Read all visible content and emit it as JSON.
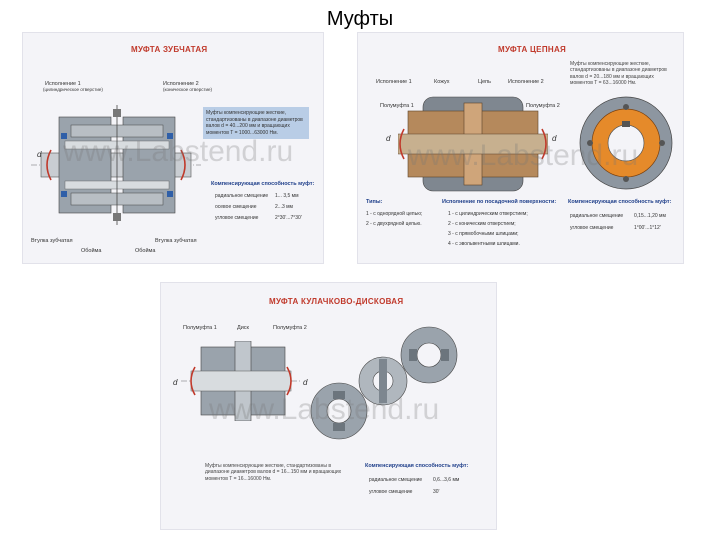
{
  "slide": {
    "title": "Муфты"
  },
  "watermark": "www.Labstend.ru",
  "panel1": {
    "title": "МУФТА ЗУБЧАТАЯ",
    "labels": {
      "exec1": "Исполнение 1",
      "exec1_sub": "(цилиндрическое отверстие)",
      "exec2": "Исполнение 2",
      "exec2_sub": "(коническое отверстие)",
      "hub_left": "Втулка зубчатая",
      "hub_right": "Втулка зубчатая",
      "cage_left": "Обойма",
      "cage_right": "Обойма",
      "d": "d"
    },
    "note": "Муфты компенсирующие жесткие, стандартизованы в диапазоне диаметров валов d = 40...200 мм и вращающих моментов T = 1000...63000 Нм.",
    "comp_header": "Компенсирующая способность муфт:",
    "comp_rows": [
      {
        "name": "радиальное смещение",
        "value": "1... 3,5 мм"
      },
      {
        "name": "осевое смещение",
        "value": "2...3 мм"
      },
      {
        "name": "угловое смещение",
        "value": "2°30'...7°30'"
      }
    ]
  },
  "panel2": {
    "title": "МУФТА ЦЕПНАЯ",
    "labels": {
      "exec1": "Исполнение 1",
      "casing": "Кожух",
      "chain": "Цепь",
      "exec2": "Исполнение 2",
      "half_left": "Полумуфта 1",
      "half_right": "Полумуфта 2",
      "d1": "d",
      "d2": "d"
    },
    "note": "Муфты компенсирующие жесткие, стандартизованы в диапазоне диаметров валов d = 20...180 мм и вращающих моментов T = 63...16000 Нм.",
    "types_header": "Типы:",
    "types": [
      "1 - с однорядной цепью;",
      "2 - с двухрядной цепью."
    ],
    "fit_header": "Исполнение по посадочной поверхности:",
    "fits": [
      "1 - с цилиндрическим отверстием;",
      "2 - с коническим отверстием;",
      "3 - с прямобочными шлицами;",
      "4 - с эвольвентными шлицами."
    ],
    "comp_header": "Компенсирующая способность муфт:",
    "comp_rows": [
      {
        "name": "радиальное смещение",
        "value": "0,15...1,20 мм"
      },
      {
        "name": "угловое смещение",
        "value": "1°00'...1°12'"
      }
    ]
  },
  "panel3": {
    "title": "МУФТА КУЛАЧКОВО-ДИСКОВАЯ",
    "labels": {
      "half1": "Полумуфта 1",
      "disk": "Диск",
      "half2": "Полумуфта 2",
      "d1": "d",
      "d2": "d"
    },
    "note": "Муфты компенсирующие жесткие, стандартизованы в диапазоне диаметров валов d = 16...150 мм и вращающих моментов T = 16...16000 Нм.",
    "comp_header": "Компенсирующая способность муфт:",
    "comp_rows": [
      {
        "name": "радиальное смещение",
        "value": "0,6...3,6 мм"
      },
      {
        "name": "угловое смещение",
        "value": "30'"
      }
    ]
  },
  "colors": {
    "title_red": "#c0392b",
    "header_blue": "#1f3f8a",
    "note_blue": "#b9cde6",
    "bronze": "#b5895c",
    "steel": "#8d96a0",
    "orange": "#e58a2a"
  }
}
